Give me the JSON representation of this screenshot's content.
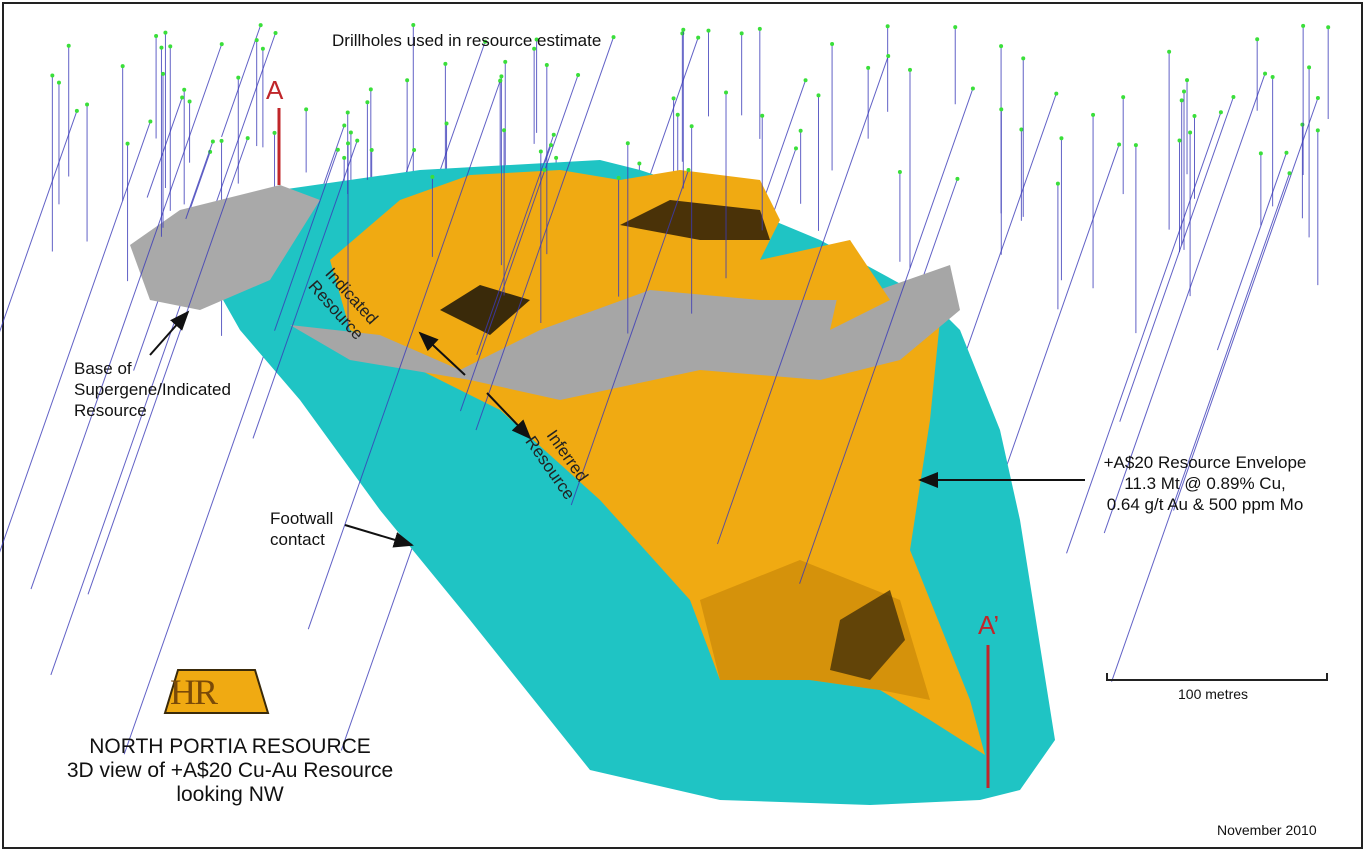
{
  "title": "Drillholes used in resource estimate",
  "section_labels": {
    "start": "A",
    "end": "A’"
  },
  "annotations": {
    "indicated": [
      "Indicated",
      "Resource"
    ],
    "inferred": [
      "Inferred",
      "Resource"
    ],
    "base_supergene": [
      "Base of",
      "Supergene/Indicated",
      "Resource"
    ],
    "footwall": [
      "Footwall",
      "contact"
    ],
    "envelope": [
      "+A$20 Resource Envelope",
      "11.3 Mt @ 0.89% Cu,",
      "0.64 g/t Au & 500 ppm Mo"
    ]
  },
  "logo": {
    "text": "HR"
  },
  "caption": [
    "NORTH PORTIA RESOURCE",
    "3D view of +A$20 Cu-Au Resource",
    "looking NW"
  ],
  "scale_bar": {
    "label": "100 metres"
  },
  "date": "November 2010",
  "colors": {
    "footwall": "#1fc4c4",
    "resource": "#f0aa12",
    "supergene": "#a8a8a8",
    "section": "#c0262a",
    "drillhole": "#3a3ab8",
    "collar": "#3adf3a"
  }
}
